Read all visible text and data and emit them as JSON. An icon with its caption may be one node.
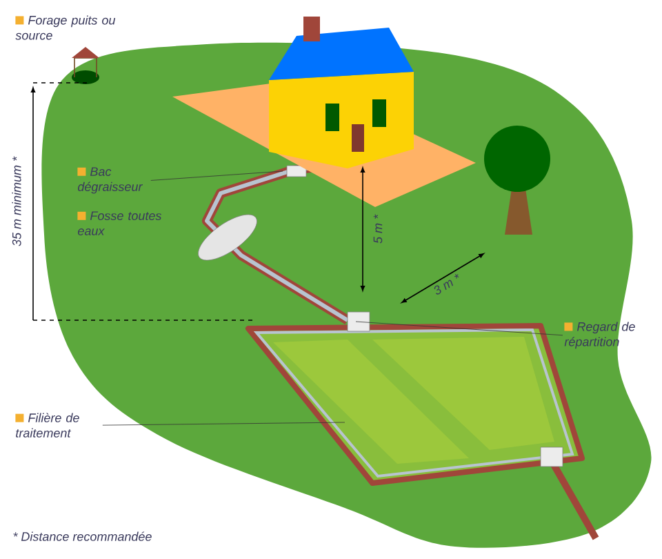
{
  "diagram": {
    "nodes": [
      {
        "text": [
          "Bac dégraisseur"
        ]
      },
      {
        "text": [
          "Regard de répartition"
        ]
      },
      {
        "text": [
          "Filière de traitement"
        ]
      }
    ],
    "edges": [
      {
        "from": 0,
        "to": null,
        "arrow": "none"
      },
      {
        "from": 1,
        "to": null,
        "arrow": "none"
      },
      {
        "from": 2,
        "to": null,
        "arrow": "none"
      }
    ],
    "labels": [
      "Forage puits ou source",
      "Fosse toutes eaux",
      "35 m minimum *",
      "5 m *",
      "3 m *",
      "* Distance recommandée"
    ]
  }
}
